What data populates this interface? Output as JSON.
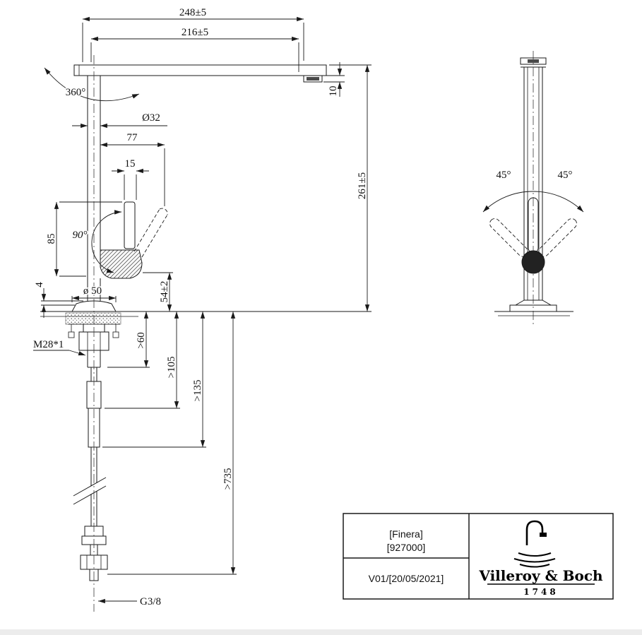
{
  "front_view": {
    "dims": {
      "overall_reach": "248±5",
      "spout_reach": "216±5",
      "swivel": "360°",
      "body_dia": "Ø32",
      "d77": "77",
      "d15": "15",
      "d85": "85",
      "handle_angle": "90°",
      "d10": "10",
      "height": "261±5",
      "d54": "54±2",
      "d4": "4",
      "base_dia": "ø 50",
      "thread": "M28*1",
      "d60": ">60",
      "d105": ">105",
      "d135": ">135",
      "d735": ">735",
      "connection": "G3/8"
    }
  },
  "side_view": {
    "dims": {
      "angle_left": "45°",
      "angle_right": "45°"
    }
  },
  "title_block": {
    "product_name": "[Finera]",
    "product_code": "[927000]",
    "version": "V01/[20/05/2021]",
    "brand": "Villeroy & Boch",
    "brand_year": "1748"
  }
}
